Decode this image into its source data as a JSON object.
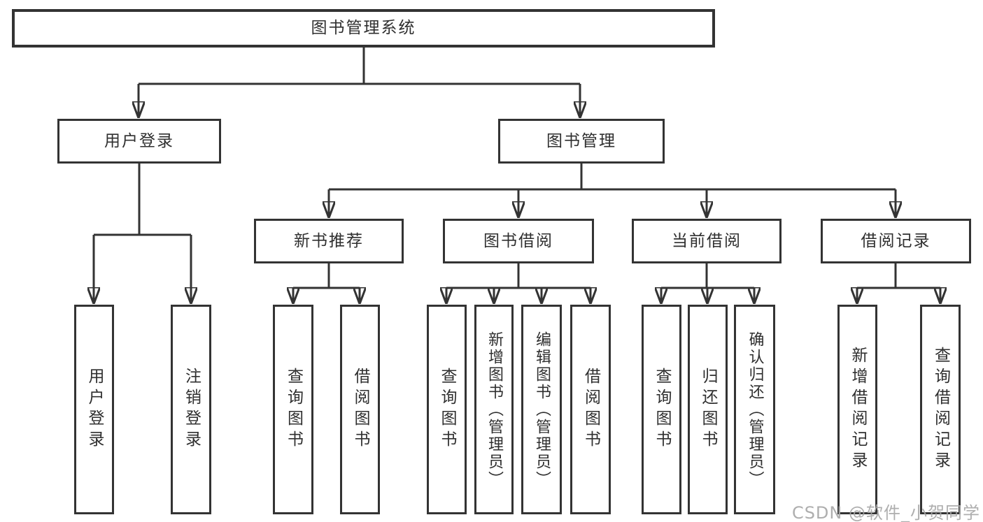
{
  "tree": {
    "root": {
      "label": "图书管理系统"
    },
    "branches": [
      {
        "label": "用户登录",
        "children": [
          {
            "label": "用户登录"
          },
          {
            "label": "注销登录"
          }
        ]
      },
      {
        "label": "图书管理",
        "groups": [
          {
            "label": "新书推荐",
            "children": [
              {
                "label": "查询图书"
              },
              {
                "label": "借阅图书"
              }
            ]
          },
          {
            "label": "图书借阅",
            "children": [
              {
                "label": "查询图书"
              },
              {
                "label": "新增图书（管理员）"
              },
              {
                "label": "编辑图书（管理员）"
              },
              {
                "label": "借阅图书"
              }
            ]
          },
          {
            "label": "当前借阅",
            "children": [
              {
                "label": "查询图书"
              },
              {
                "label": "归还图书"
              },
              {
                "label": "确认归还（管理员）"
              }
            ]
          },
          {
            "label": "借阅记录",
            "children": [
              {
                "label": "新增借阅记录"
              },
              {
                "label": "查询借阅记录"
              }
            ]
          }
        ]
      }
    ]
  },
  "watermark": {
    "text": "CSDN @软件_小贺同学"
  },
  "colors": {
    "line": "#333333",
    "text": "#2f2f2f",
    "watermark": "#a6a6a6",
    "background": "#ffffff"
  }
}
